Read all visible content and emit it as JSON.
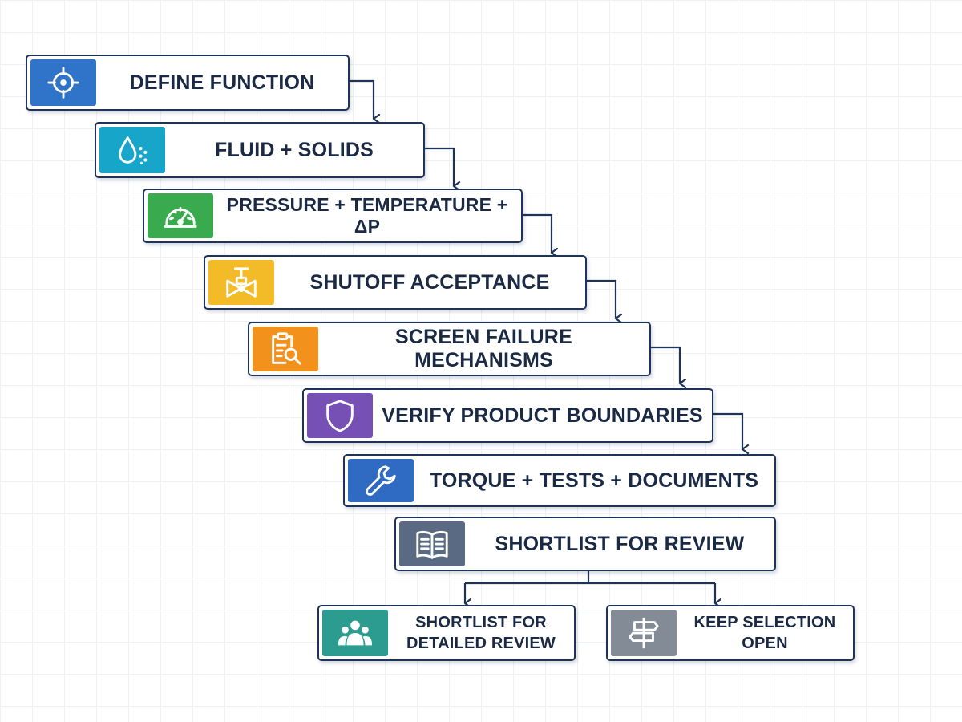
{
  "flow": {
    "steps": [
      {
        "label": "DEFINE FUNCTION",
        "icon": "target-icon",
        "color": "#2f74c9"
      },
      {
        "label": "FLUID + SOLIDS",
        "icon": "droplet-particles-icon",
        "color": "#17a6c9"
      },
      {
        "label": "PRESSURE + TEMPERATURE + ΔP",
        "icon": "pressure-gauge-icon",
        "color": "#3aaa4f"
      },
      {
        "label": "SHUTOFF ACCEPTANCE",
        "icon": "valve-icon",
        "color": "#f2bb27"
      },
      {
        "label": "SCREEN FAILURE MECHANISMS",
        "icon": "clipboard-search-icon",
        "color": "#f3911d"
      },
      {
        "label": "VERIFY PRODUCT BOUNDARIES",
        "icon": "shield-icon",
        "color": "#7750b6"
      },
      {
        "label": "TORQUE + TESTS + DOCUMENTS",
        "icon": "wrench-icon",
        "color": "#2f6bc3"
      },
      {
        "label": "SHORTLIST FOR REVIEW",
        "icon": "open-book-icon",
        "color": "#5a6a82"
      }
    ],
    "branches": [
      {
        "label": "SHORTLIST FOR\nDETAILED REVIEW",
        "icon": "people-group-icon",
        "color": "#2b9c8f"
      },
      {
        "label": "KEEP SELECTION\nOPEN",
        "icon": "signpost-icon",
        "color": "#838b96"
      }
    ]
  }
}
